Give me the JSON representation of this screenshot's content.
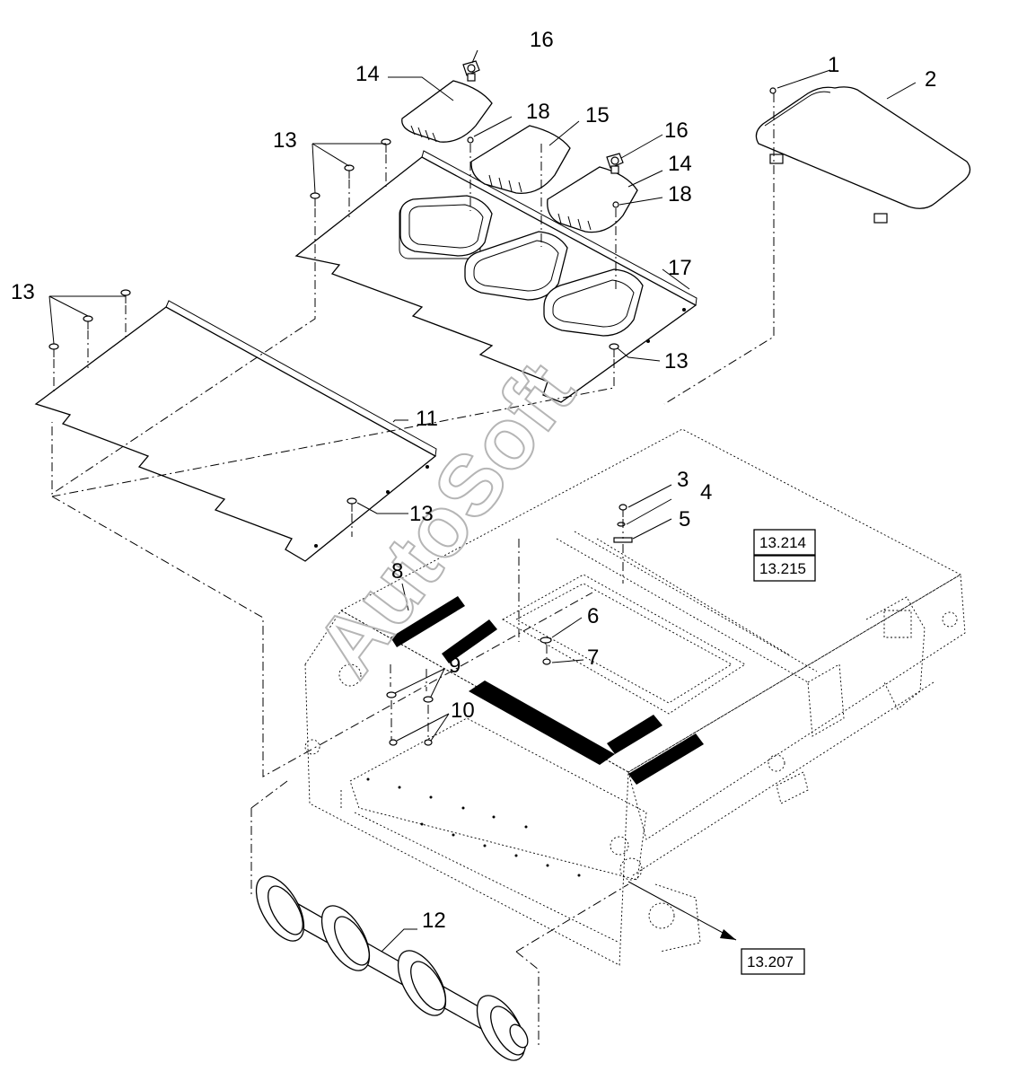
{
  "watermark": "AutoSoft",
  "callouts": [
    {
      "id": "c1",
      "text": "1"
    },
    {
      "id": "c2",
      "text": "2"
    },
    {
      "id": "c3",
      "text": "3"
    },
    {
      "id": "c4",
      "text": "4"
    },
    {
      "id": "c5",
      "text": "5"
    },
    {
      "id": "c6",
      "text": "6"
    },
    {
      "id": "c7",
      "text": "7"
    },
    {
      "id": "c8",
      "text": "8"
    },
    {
      "id": "c9",
      "text": "9"
    },
    {
      "id": "c10",
      "text": "10"
    },
    {
      "id": "c11",
      "text": "11"
    },
    {
      "id": "c12",
      "text": "12"
    },
    {
      "id": "c13a",
      "text": "13"
    },
    {
      "id": "c13b",
      "text": "13"
    },
    {
      "id": "c13c",
      "text": "13"
    },
    {
      "id": "c13d",
      "text": "13"
    },
    {
      "id": "c14a",
      "text": "14"
    },
    {
      "id": "c14b",
      "text": "14"
    },
    {
      "id": "c15",
      "text": "15"
    },
    {
      "id": "c16a",
      "text": "16"
    },
    {
      "id": "c16b",
      "text": "16"
    },
    {
      "id": "c17",
      "text": "17"
    },
    {
      "id": "c18a",
      "text": "18"
    },
    {
      "id": "c18b",
      "text": "18"
    }
  ],
  "reference_boxes": [
    {
      "id": "ref-13-214",
      "text": "13.214"
    },
    {
      "id": "ref-13-215",
      "text": "13.215"
    },
    {
      "id": "ref-13-207",
      "text": "13.207"
    }
  ]
}
